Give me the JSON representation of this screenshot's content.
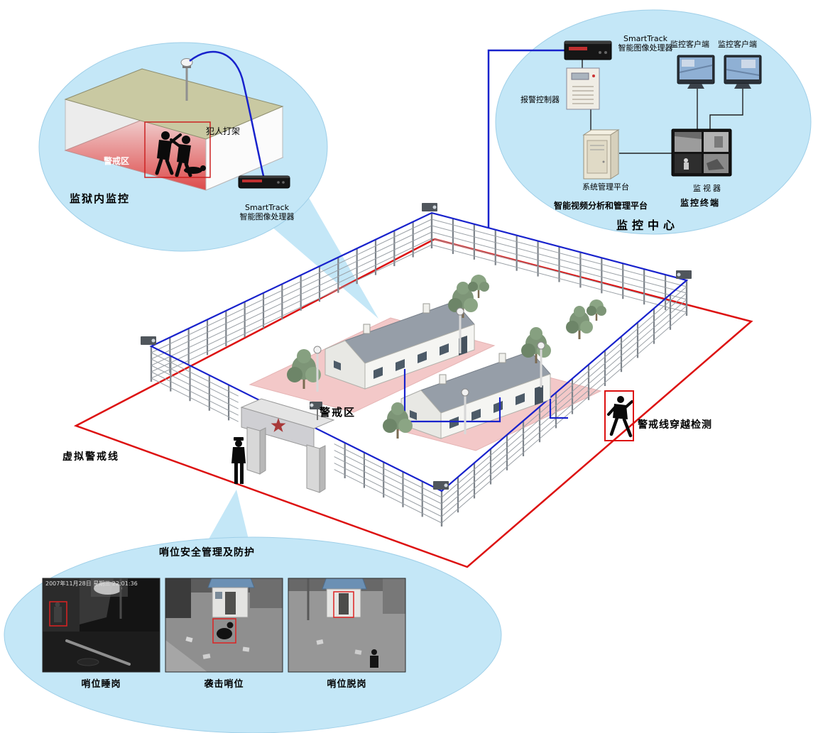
{
  "balloon_prison": {
    "title": "监狱内监控",
    "fight_label": "犯人打架",
    "zone_label": "警戒区",
    "device_name": "SmartTrack",
    "device_type": "智能图像处理器"
  },
  "balloon_center": {
    "title": "监控中心",
    "device_name": "SmartTrack",
    "device_type": "智能图像处理器",
    "alarm_label": "报警控制器",
    "client_labels": [
      "监控客户端",
      "监控客户端"
    ],
    "server_label": "系统管理平台",
    "monitor_label": "监视器",
    "platform_label": "智能视频分析和管理平台",
    "terminal_label": "监控终端"
  },
  "compound": {
    "zone_label": "警戒区",
    "virtual_line_label": "虚拟警戒线",
    "crossing_label": "警戒线穿越检测"
  },
  "balloon_sentry": {
    "title": "哨位安全管理及防护",
    "cameras": [
      {
        "timestamp": "2007年11月28日 星期三 22:01:36",
        "caption": "哨位睡岗"
      },
      {
        "caption": "袭击哨位"
      },
      {
        "caption": "哨位脱岗"
      }
    ]
  },
  "colors": {
    "balloon_fill": "#c4e7f7",
    "alert_line_red": "#dd1111",
    "cable_blue": "#1822cc",
    "zone_pink": "#f3c8c8"
  }
}
